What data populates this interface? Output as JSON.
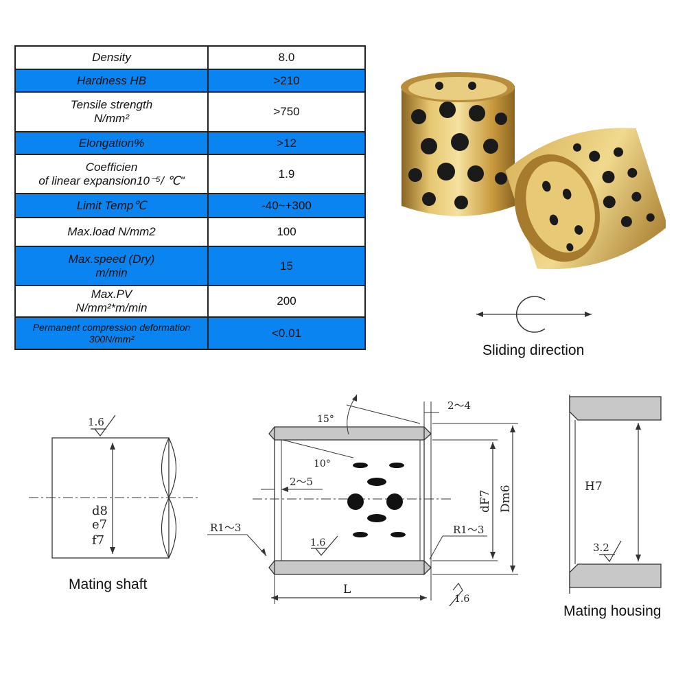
{
  "properties": [
    {
      "label_lines": [
        "Density"
      ],
      "value": "8.0",
      "highlight": false
    },
    {
      "label_lines": [
        "Hardness HB"
      ],
      "value": ">210",
      "highlight": true
    },
    {
      "label_lines": [
        "Tensile strength",
        "N/mm²"
      ],
      "value": ">750",
      "highlight": false
    },
    {
      "label_lines": [
        "Elongation%"
      ],
      "value": ">12",
      "highlight": true
    },
    {
      "label_lines": [
        "Coefficien",
        "of linear expansion10⁻⁵/ ℃\""
      ],
      "value": "1.9",
      "highlight": false
    },
    {
      "label_lines": [
        "Limit Temp℃"
      ],
      "value": "-40~+300",
      "highlight": true
    },
    {
      "label_lines": [
        "Max.load N/mm2"
      ],
      "value": "100",
      "highlight": false
    },
    {
      "label_lines": [
        "Max.speed (Dry)",
        "m/min"
      ],
      "value": "15",
      "highlight": true
    },
    {
      "label_lines": [
        "Max.PV",
        "N/mm²*m/min"
      ],
      "value": "200",
      "highlight": false
    },
    {
      "label_lines": [
        "Permanent compression deformation",
        "300N/mm²"
      ],
      "value": "<0.01",
      "highlight": true
    }
  ],
  "colors": {
    "highlight_row": "#0a84f0",
    "bronze": "#c9a24a",
    "graphite": "#1a1a1a",
    "hatch": "#c8c8c8"
  },
  "captions": {
    "sliding_direction": "Sliding direction",
    "mating_shaft": "Mating shaft",
    "mating_housing": "Mating housing"
  },
  "drawing_labels": {
    "shaft_roughness": "1.6",
    "shaft_tolerance_1": "d8",
    "shaft_tolerance_2": "e7",
    "shaft_tolerance_3": "f7",
    "bush_angle_outer": "15°",
    "bush_angle_inner": "10°",
    "bush_groove_offset": "2～5",
    "bush_chamfer_width": "2～4",
    "bush_inner_diameter": "dF7",
    "bush_outer_diameter": "Dm6",
    "bush_radius_left": "R1～3",
    "bush_radius_right": "R1～3",
    "bush_roughness_inner": "1.6",
    "bush_roughness_outer": "1.6",
    "bush_length": "L",
    "housing_tolerance": "H7",
    "housing_roughness": "3.2"
  }
}
